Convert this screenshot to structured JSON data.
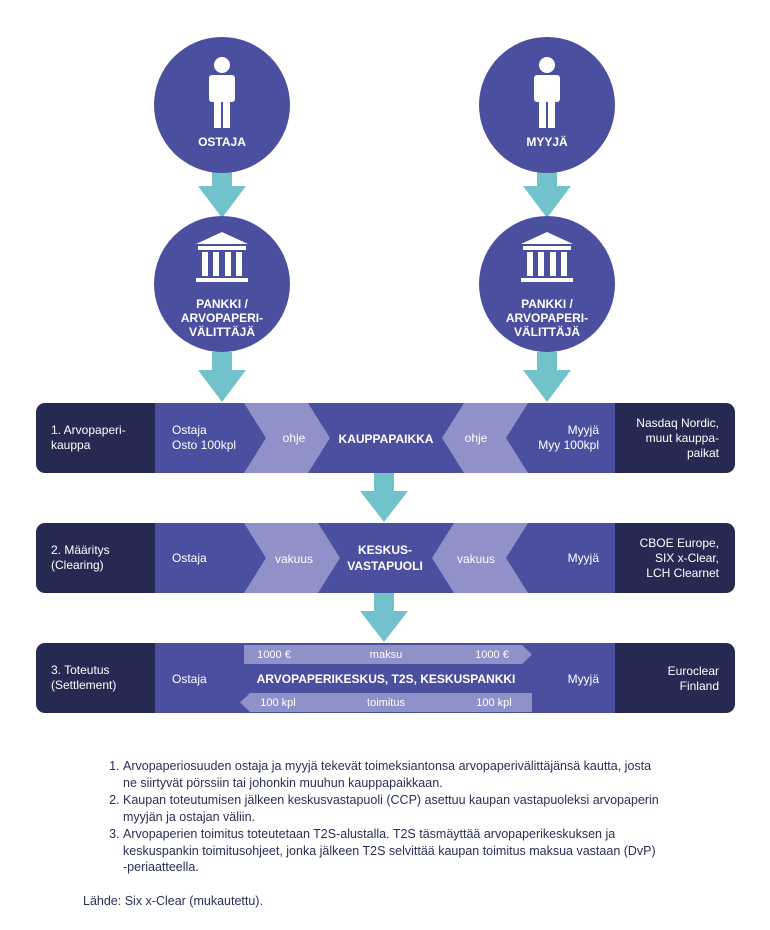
{
  "parties": {
    "buyer": "OSTAJA",
    "seller": "MYYJÄ",
    "bank_line1": "PANKKI /",
    "bank_line2": "ARVOPAPERI-",
    "bank_line3": "VÄLITTÄJÄ"
  },
  "rows": [
    {
      "step_line1": "1. Arvopaperi-",
      "step_line2": "kauppa",
      "left_line1": "Ostaja",
      "left_line2": "Osto 100kpl",
      "flow_left": "ohje",
      "center_line1": "KAUPPAPAIKKA",
      "center_line2": "",
      "flow_right": "ohje",
      "right_line1": "Myyjä",
      "right_line2": "Myy 100kpl",
      "venue_line1": "Nasdaq Nordic,",
      "venue_line2": "muut kauppa-",
      "venue_line3": "paikat"
    },
    {
      "step_line1": "2. Määritys",
      "step_line2": "(Clearing)",
      "left_line1": "Ostaja",
      "left_line2": "",
      "flow_left": "vakuus",
      "center_line1": "KESKUS-",
      "center_line2": "VASTAPUOLI",
      "flow_right": "vakuus",
      "right_line1": "Myyjä",
      "right_line2": "",
      "venue_line1": "CBOE Europe,",
      "venue_line2": "SIX x-Clear,",
      "venue_line3": "LCH Clearnet"
    },
    {
      "step_line1": "3. Toteutus",
      "step_line2": "(Settlement)",
      "left_line1": "Ostaja",
      "center_line1": "ARVOPAPERIKESKUS, T2S, KESKUSPANKKI",
      "right_line1": "Myyjä",
      "venue_line1": "Euroclear",
      "venue_line2": "Finland",
      "payment": {
        "left": "1000 €",
        "label": "maksu",
        "right": "1000 €"
      },
      "delivery": {
        "left": "100 kpl",
        "label": "toimitus",
        "right": "100 kpl"
      }
    }
  ],
  "notes": [
    "Arvopaperiosuuden ostaja ja myyjä tekevät toimeksiantonsa arvopaperivälittäjänsä kautta, josta ne siirtyvät pörssiin tai johonkin muuhun kauppapaikkaan.",
    "Kaupan toteutumisen jälkeen keskusvastapuoli (CCP) asettuu kaupan vastapuoleksi arvopaperin myyjän ja ostajan väliin.",
    "Arvopaperien toimitus toteutetaan T2S-alustalla. T2S täsmäyttää arvopaperikeskuksen ja keskuspankin toimitusohjeet, jonka jälkeen T2S selvittää kaupan toimitus maksua vastaan (DvP) -periaatteella."
  ],
  "source": "Lähde: Six x-Clear (mukautettu).",
  "colors": {
    "circle": "#4b4fa0",
    "dark_navy": "#262a52",
    "panel": "#4b4fa0",
    "chevron_light": "#8f91c8",
    "arrow_teal": "#72c2cc",
    "note_text": "#2a2f55"
  }
}
